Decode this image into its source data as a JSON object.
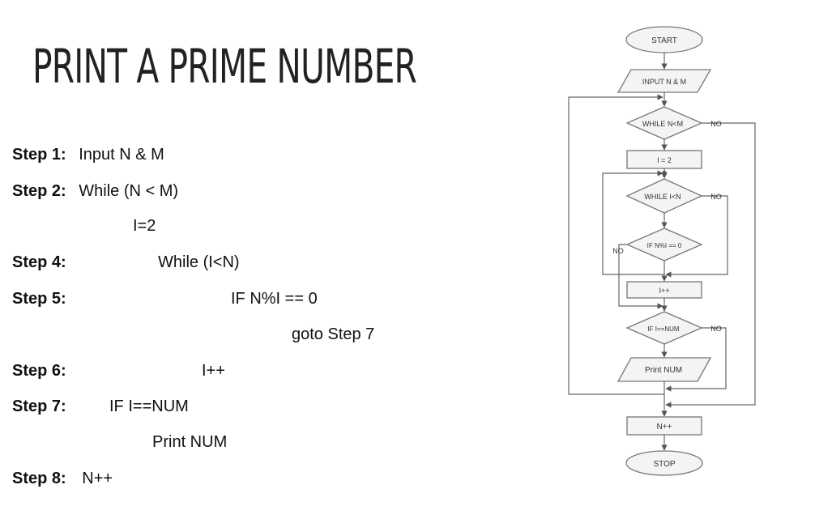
{
  "title": "PRINT A PRIME NUMBER",
  "steps": [
    {
      "label": "Step 1:",
      "text": "Input N & M"
    },
    {
      "label": "Step 2:",
      "text": "While (N < M)"
    },
    {
      "label": "",
      "text": "I=2"
    },
    {
      "label": "Step 4:",
      "text": "While (I<N)"
    },
    {
      "label": "Step 5:",
      "text": "IF N%I == 0"
    },
    {
      "label": "",
      "text": "goto Step 7"
    },
    {
      "label": "Step 6:",
      "text": "I++"
    },
    {
      "label": "Step 7:",
      "text": "IF I==NUM"
    },
    {
      "label": "",
      "text": "Print NUM"
    },
    {
      "label": "Step 8:",
      "text": "N++"
    }
  ],
  "flowchart": {
    "start": "START",
    "input": "INPUT N & M",
    "while_n": "WHILE N<M",
    "assign_i": "I = 2",
    "while_i": "WHILE I<N",
    "if_mod": "IF N%I == 0",
    "inc_i": "I++",
    "if_num": "IF I==NUM",
    "print": "Print NUM",
    "inc_n": "N++",
    "stop": "STOP",
    "no": "NO"
  }
}
